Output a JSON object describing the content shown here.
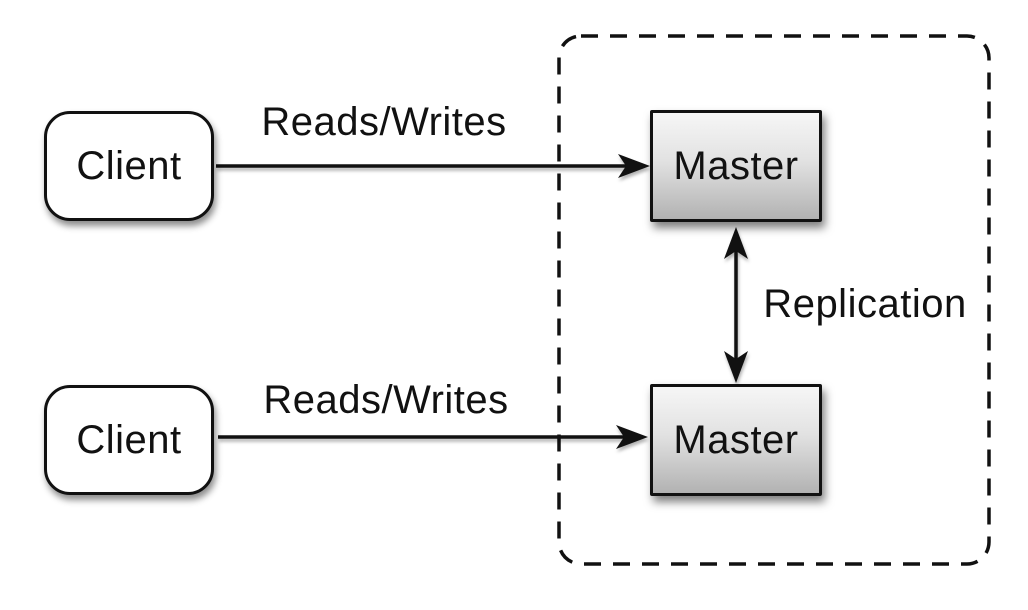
{
  "diagram": {
    "nodes": {
      "clients": [
        {
          "label": "Client"
        },
        {
          "label": "Client"
        }
      ],
      "masters": [
        {
          "label": "Master"
        },
        {
          "label": "Master"
        }
      ]
    },
    "edges": {
      "reads_writes_top": "Reads/Writes",
      "reads_writes_bottom": "Reads/Writes",
      "replication": "Replication"
    },
    "groups": {
      "replication_zone": {
        "style": "dashed-rounded-rect"
      }
    },
    "colors": {
      "background": "#ffffff",
      "stroke": "#111111",
      "client_fill": "#ffffff",
      "master_fill_top": "#f6f6f6",
      "master_fill_bottom": "#b2b2b2",
      "text": "#111111"
    }
  }
}
